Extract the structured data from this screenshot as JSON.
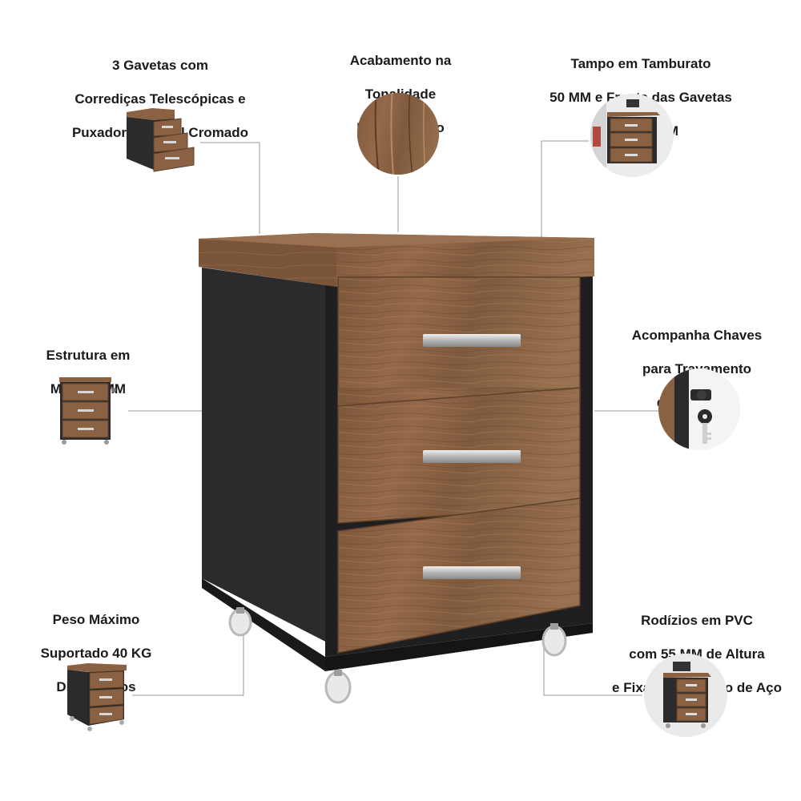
{
  "colors": {
    "wood": "#8a6142",
    "wood_dark": "#6b4a30",
    "wood_light": "#a37a58",
    "black": "#2b2b2d",
    "handle": "#c8c8c8",
    "line": "#9a9a9a"
  },
  "callouts": {
    "drawers": {
      "lines": [
        "3 Gavetas com",
        "Corrediças Telescópicas e",
        "Puxador de Metal Cromado"
      ]
    },
    "finish": {
      "lines": [
        "Acabamento na",
        "Tonalidade",
        "Nogal e Preto"
      ]
    },
    "top": {
      "lines": [
        "Tampo em Tamburato",
        "50 MM e Frente das Gavetas",
        "MDP 18 MM"
      ]
    },
    "structure": {
      "lines": [
        "Estrutura em",
        "MDP 15 MM"
      ]
    },
    "keys": {
      "lines": [
        "Acompanha Chaves",
        "para Travamento",
        "das Gavetas"
      ]
    },
    "weight": {
      "lines": [
        "Peso Máximo",
        "Suportado 40 KG",
        "Distribuidos"
      ]
    },
    "casters": {
      "lines": [
        "Rodízios em PVC",
        "com 55 MM de Altura",
        "e Fixação por Pino de Aço"
      ]
    }
  },
  "icons": [
    "open-drawers-thumbnail",
    "wood-swatch",
    "office-scene-thumbnail",
    "cabinet-front-thumbnail",
    "lock-key-icon",
    "cabinet-side-thumbnail",
    "caster-scene-thumbnail"
  ]
}
